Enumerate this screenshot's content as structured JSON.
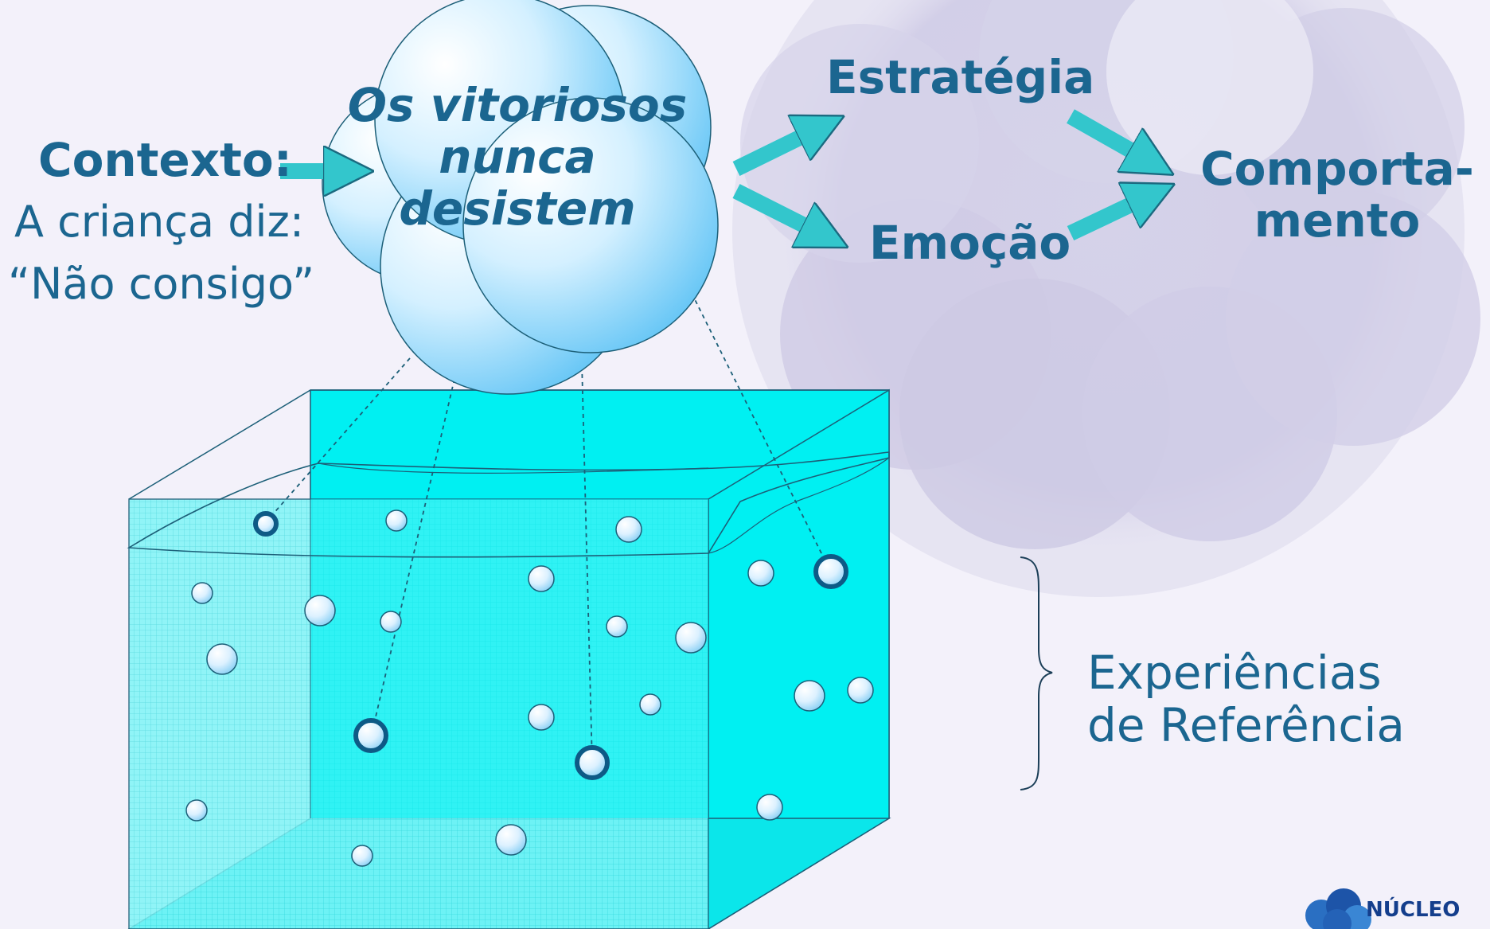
{
  "diagram": {
    "context": {
      "title": "Contexto:",
      "line1": "A criança diz:",
      "line2": "“Não consigo”"
    },
    "belief": {
      "line1": "Os vitoriosos",
      "line2": "nunca",
      "line3": "desistem"
    },
    "strategy": "Estratégia",
    "emotion": "Emoção",
    "behavior": {
      "line1": "Comporta-",
      "line2": "mento"
    },
    "reference": {
      "line1": "Experiências",
      "line2": "de Referência"
    },
    "brand": "NÚCLEO"
  },
  "colors": {
    "text": "#1b6690",
    "arrow": "#33c6cc",
    "water": "#00f0f2",
    "bubble_light": "#eaf8ff",
    "bubble_dark": "#5ec3f5",
    "highlight_ring": "#0e5a86",
    "background": "#f3f1fa",
    "cloud_bg": "#d3d0e8"
  }
}
